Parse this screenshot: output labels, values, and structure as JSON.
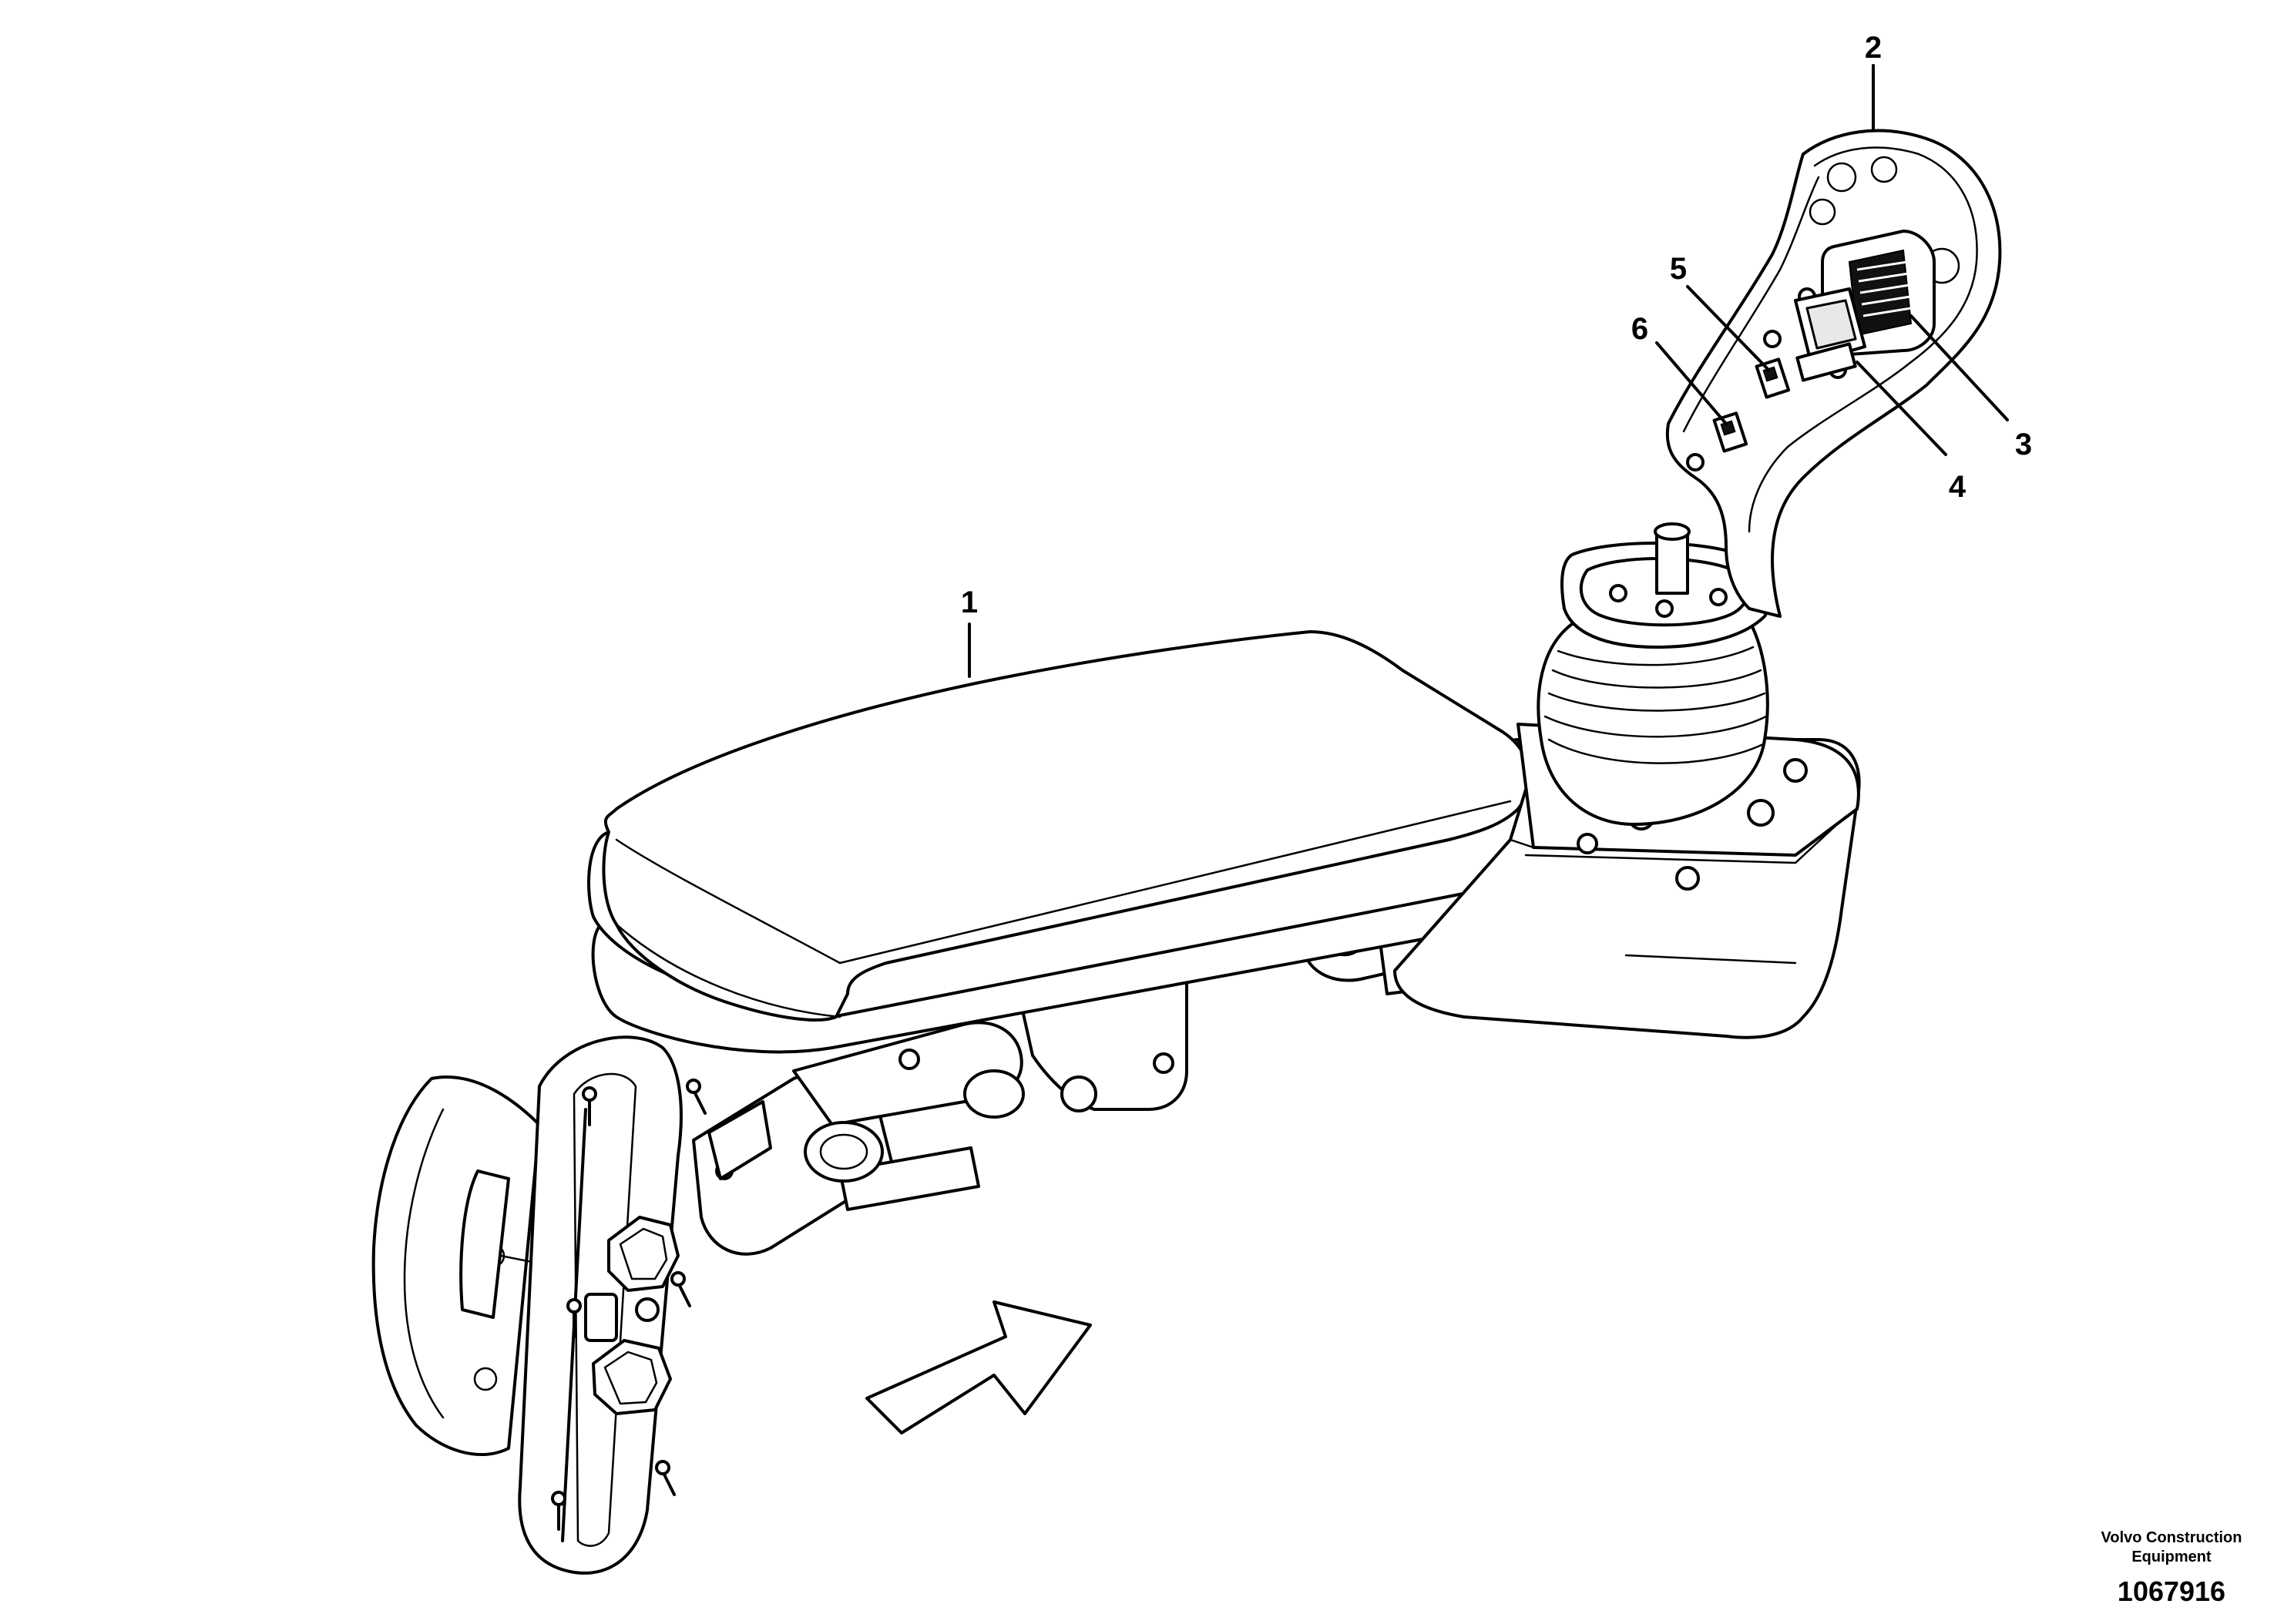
{
  "callouts": [
    {
      "id": "1",
      "label": "1"
    },
    {
      "id": "2",
      "label": "2"
    },
    {
      "id": "3",
      "label": "3"
    },
    {
      "id": "4",
      "label": "4"
    },
    {
      "id": "5",
      "label": "5"
    },
    {
      "id": "6",
      "label": "6"
    }
  ],
  "credit": {
    "line1": "Volvo Construction",
    "line2": "Equipment"
  },
  "document_number": "1067916"
}
